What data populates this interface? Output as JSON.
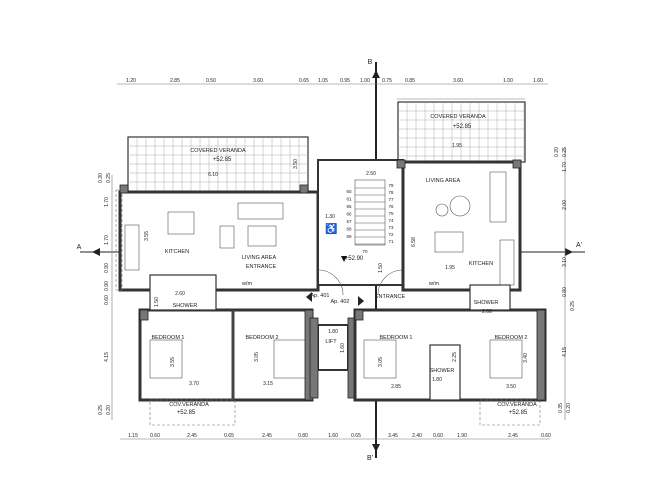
{
  "title": "Typical floor plan - Ap. 401 / Ap. 402",
  "section_marks": {
    "a": "A",
    "a_prime": "A'",
    "b": "B",
    "b_prime": "B'"
  },
  "dimensions": {
    "top": [
      "1.20",
      "2.85",
      "0.50",
      "3.60",
      "0.65",
      "1.05",
      "0.95",
      "1.00",
      "0.75",
      "0.85",
      "3.60",
      "1.00",
      "1.60"
    ],
    "bottom": [
      "1.15",
      "0.60",
      "2.45",
      "0.65",
      "2.45",
      "0.80",
      "1.60",
      "0.65",
      "3.45",
      "2.40",
      "0.60",
      "1.90",
      "2.45",
      "0.60"
    ],
    "left": [
      "0.30",
      "0.25",
      "1.70",
      "1.70",
      "0.90",
      "0.90",
      "0.60",
      "4.15",
      "0.25",
      "0.20"
    ],
    "right": [
      "0.20",
      "0.25",
      "1.70",
      "2.00",
      "3.10",
      "0.80",
      "0.25",
      "4.15",
      "0.35",
      "0.20"
    ]
  },
  "left_apartment": {
    "veranda": "COVERED VERANDA",
    "veranda_level": "+52.85",
    "veranda_width": "6.10",
    "kitchen": "KITCHEN",
    "kitchen_dim": "3.55",
    "living": "LIVING AREA",
    "entrance": "ENTRANCE",
    "wm": "w/m",
    "shower": "SHOWER",
    "shower_dim": "2.60",
    "shower_dim2": "1.50",
    "bedroom1": "BEDROOM 1",
    "bedroom1_w": "3.70",
    "bedroom1_h": "3.55",
    "bedroom2": "BEDROOM 2",
    "bedroom2_w": "3.15",
    "bedroom2_h": "3.05",
    "cov_veranda": "COV.VERANDA",
    "cov_veranda_level": "+52.85",
    "apartment": "Ap. 401",
    "living_dim": "3.50"
  },
  "core": {
    "landing_level": "+52.90",
    "stair_width": "2.50",
    "landing_dim": "1.30",
    "lift": "LIFT",
    "lift_dim": "1.80",
    "lift_dim2": "1.60",
    "stair_run": "1.50",
    "steps_left": [
      "60",
      "61",
      "65",
      "66",
      "67",
      "68",
      "69"
    ],
    "steps_right": [
      "79",
      "78",
      "77",
      "76",
      "75",
      "74",
      "73",
      "72",
      "71"
    ],
    "step_bottom": "70"
  },
  "right_apartment": {
    "veranda": "COVERED VERANDA",
    "veranda_level": "+52.85",
    "veranda_dim": "1.95",
    "living": "LIVING AREA",
    "living_dim": "6.58",
    "kitchen": "KITCHEN",
    "kitchen_dim": "1.95",
    "entrance": "ENTRANCE",
    "wm": "w/m",
    "shower": "SHOWER",
    "shower_dim": "2.60",
    "bedroom1": "BEDROOM 1",
    "bedroom1_w": "2.85",
    "bedroom1_h": "3.05",
    "bedroom2": "BEDROOM 2",
    "bedroom2_w": "3.50",
    "bedroom2_h": "3.40",
    "shower2": "SHOWER",
    "shower2_w": "1.80",
    "shower2_h": "2.25",
    "cov_veranda": "COV.VERANDA",
    "cov_veranda_level": "+52.85",
    "apartment": "Ap. 402"
  }
}
